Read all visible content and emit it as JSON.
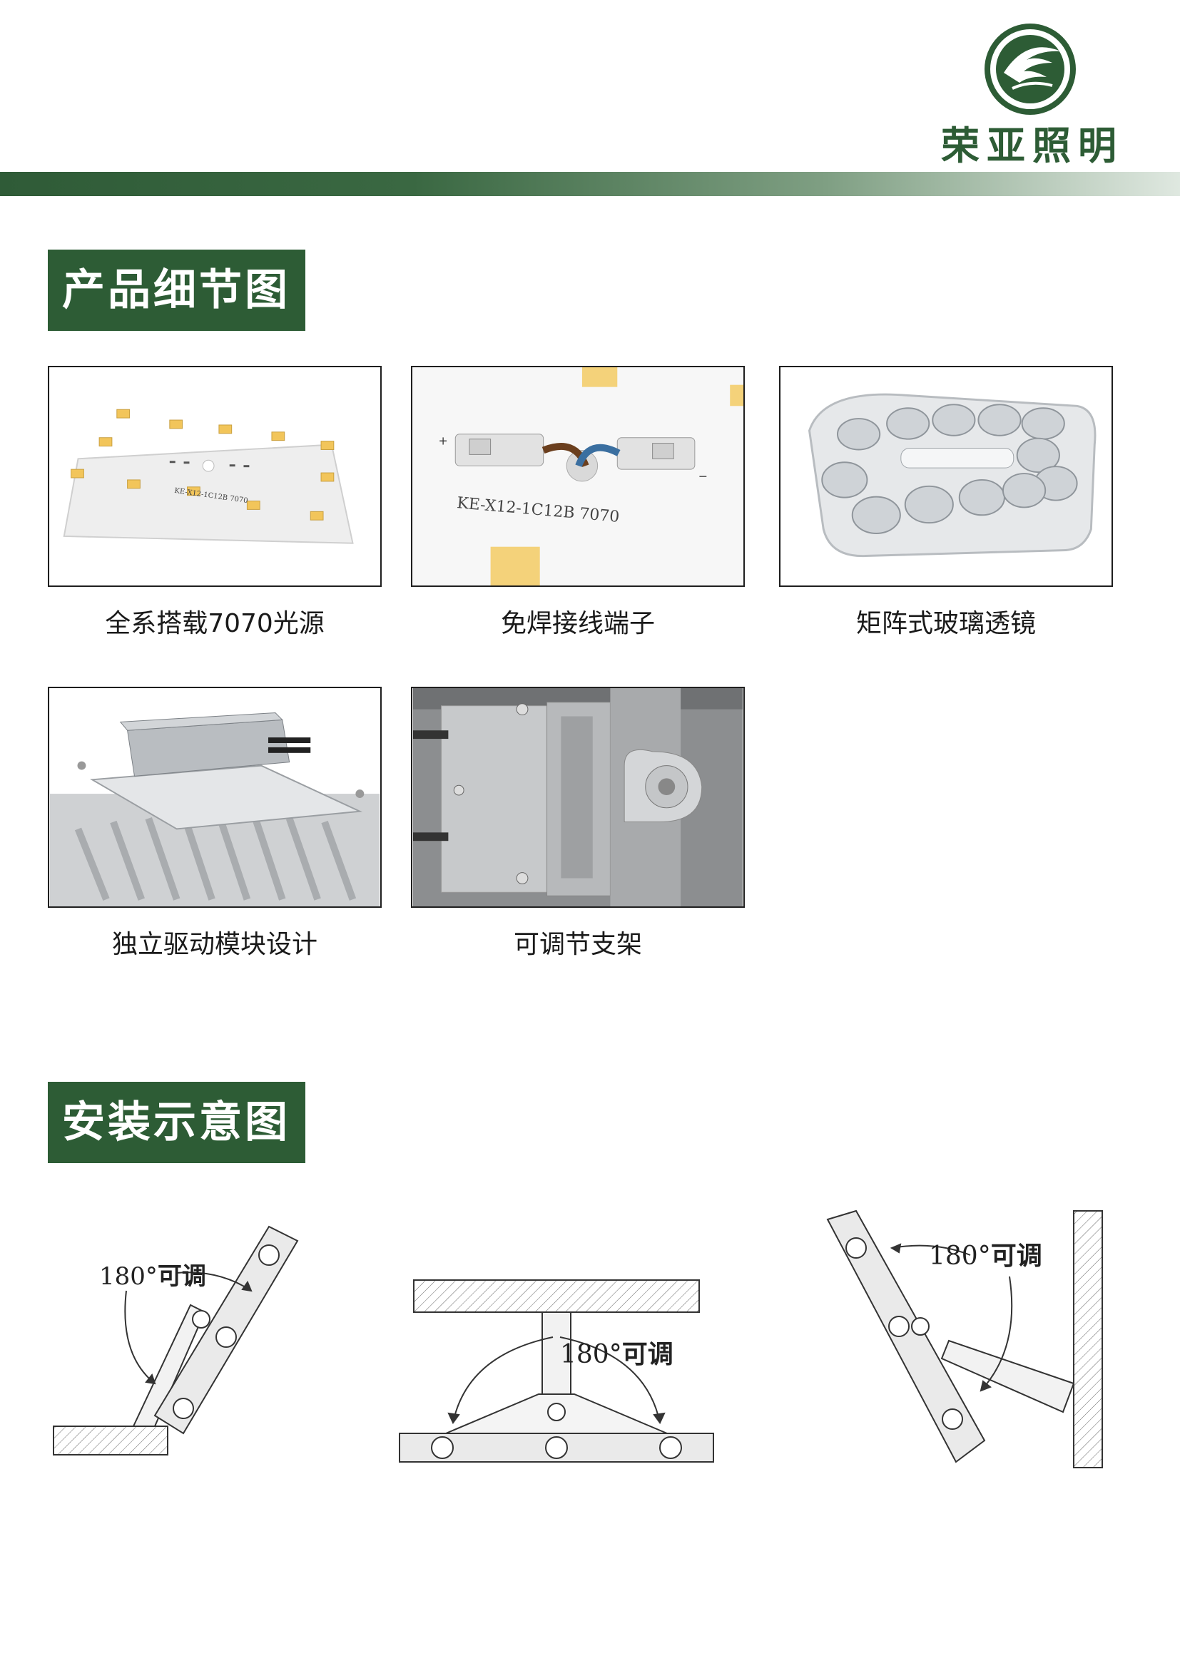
{
  "brand": {
    "logo_icon": "palm-leaf-circle-icon",
    "name": "荣亚照明",
    "color": "#2d5c35"
  },
  "sections": {
    "details_title": "产品细节图",
    "install_title": "安装示意图"
  },
  "details": [
    {
      "caption": "全系搭载7070光源",
      "board_label": "KE-X12-1C12B 7070"
    },
    {
      "caption": "免焊接线端子",
      "board_label": "KE-X12-1C12B 7070"
    },
    {
      "caption": "矩阵式玻璃透镜"
    },
    {
      "caption": "独立驱动模块设计"
    },
    {
      "caption": "可调节支架"
    }
  ],
  "install": {
    "angle": "180°",
    "adjust": "可调"
  }
}
